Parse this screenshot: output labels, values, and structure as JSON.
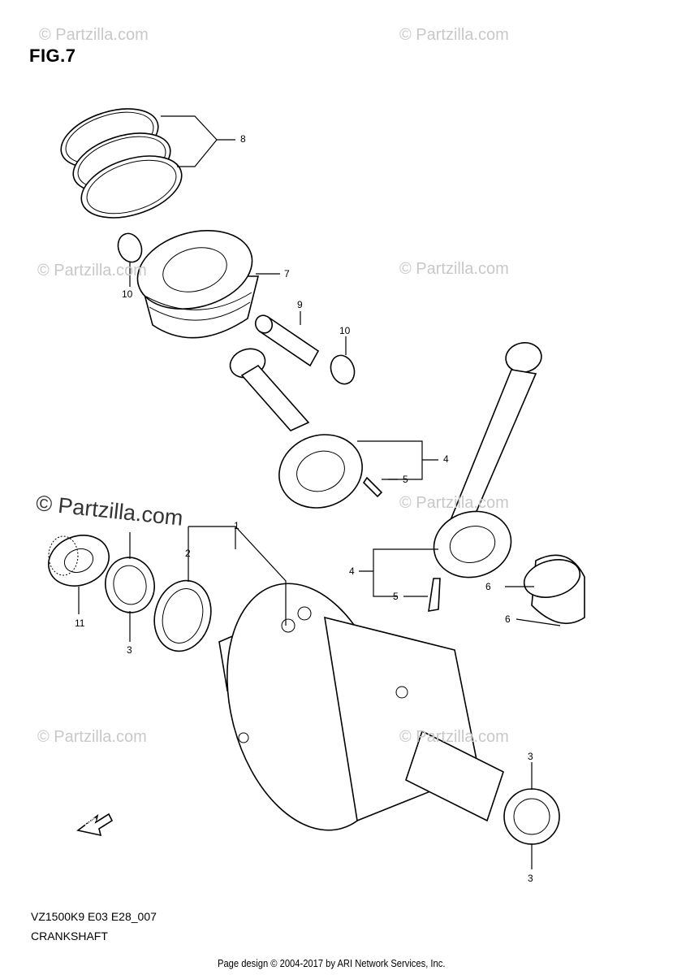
{
  "figure": {
    "label": "FIG.7",
    "code": "VZ1500K9 E03 E28_007",
    "title": "CRANKSHAFT",
    "copyright": "Page design © 2004-2017 by ARI Network Services, Inc."
  },
  "watermark": {
    "text": "© Partzilla.com",
    "main_text": "© Partzilla.com"
  },
  "callouts": {
    "c1": "1",
    "c2": "2",
    "c3a": "3",
    "c3b": "3",
    "c3c": "3",
    "c4a": "4",
    "c4b": "4",
    "c5a": "5",
    "c5b": "5",
    "c6a": "6",
    "c6b": "6",
    "c7": "7",
    "c8": "8",
    "c9": "9",
    "c10a": "10",
    "c10b": "10",
    "c11": "11"
  },
  "icons": {
    "fwd": "FWD"
  }
}
